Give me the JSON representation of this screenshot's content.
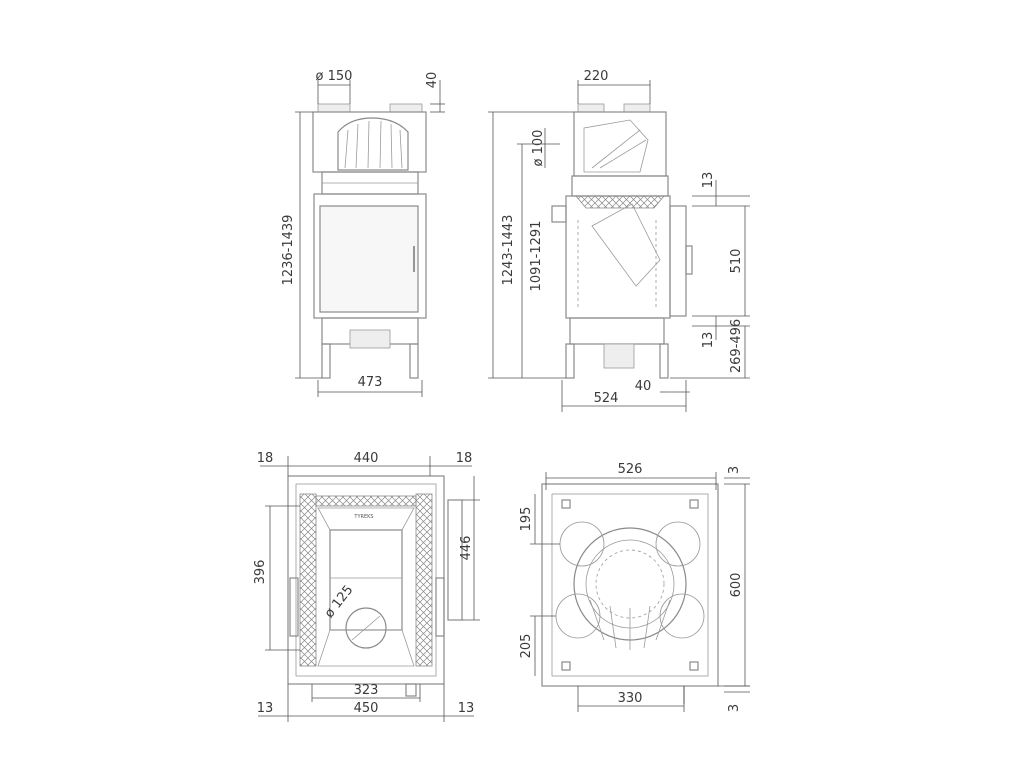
{
  "front_view": {
    "flue_diameter": "ø 150",
    "top_height": "40",
    "total_height": "1236-1439",
    "width": "473"
  },
  "side_view": {
    "flue_width": "220",
    "air_diameter": "ø 100",
    "total_height": "1243-1443",
    "inner_height": "1091-1291",
    "gap_top": "13",
    "door_height": "510",
    "gap_bottom": "13",
    "base_height": "269-496",
    "depth": "524",
    "leg_offset": "40"
  },
  "top_view_left": {
    "left_margin": "18",
    "inner_width": "440",
    "right_margin": "18",
    "depth_right": "446",
    "depth_left": "396",
    "outlet_diameter": "ø 125",
    "inner_bottom": "323",
    "bottom_left": "13",
    "outer_width": "450",
    "bottom_right": "13"
  },
  "top_view_right": {
    "width": "526",
    "top_gap": "3",
    "top_offset": "195",
    "depth": "600",
    "bottom_offset": "205",
    "bottom_width": "330",
    "bottom_gap": "3"
  }
}
